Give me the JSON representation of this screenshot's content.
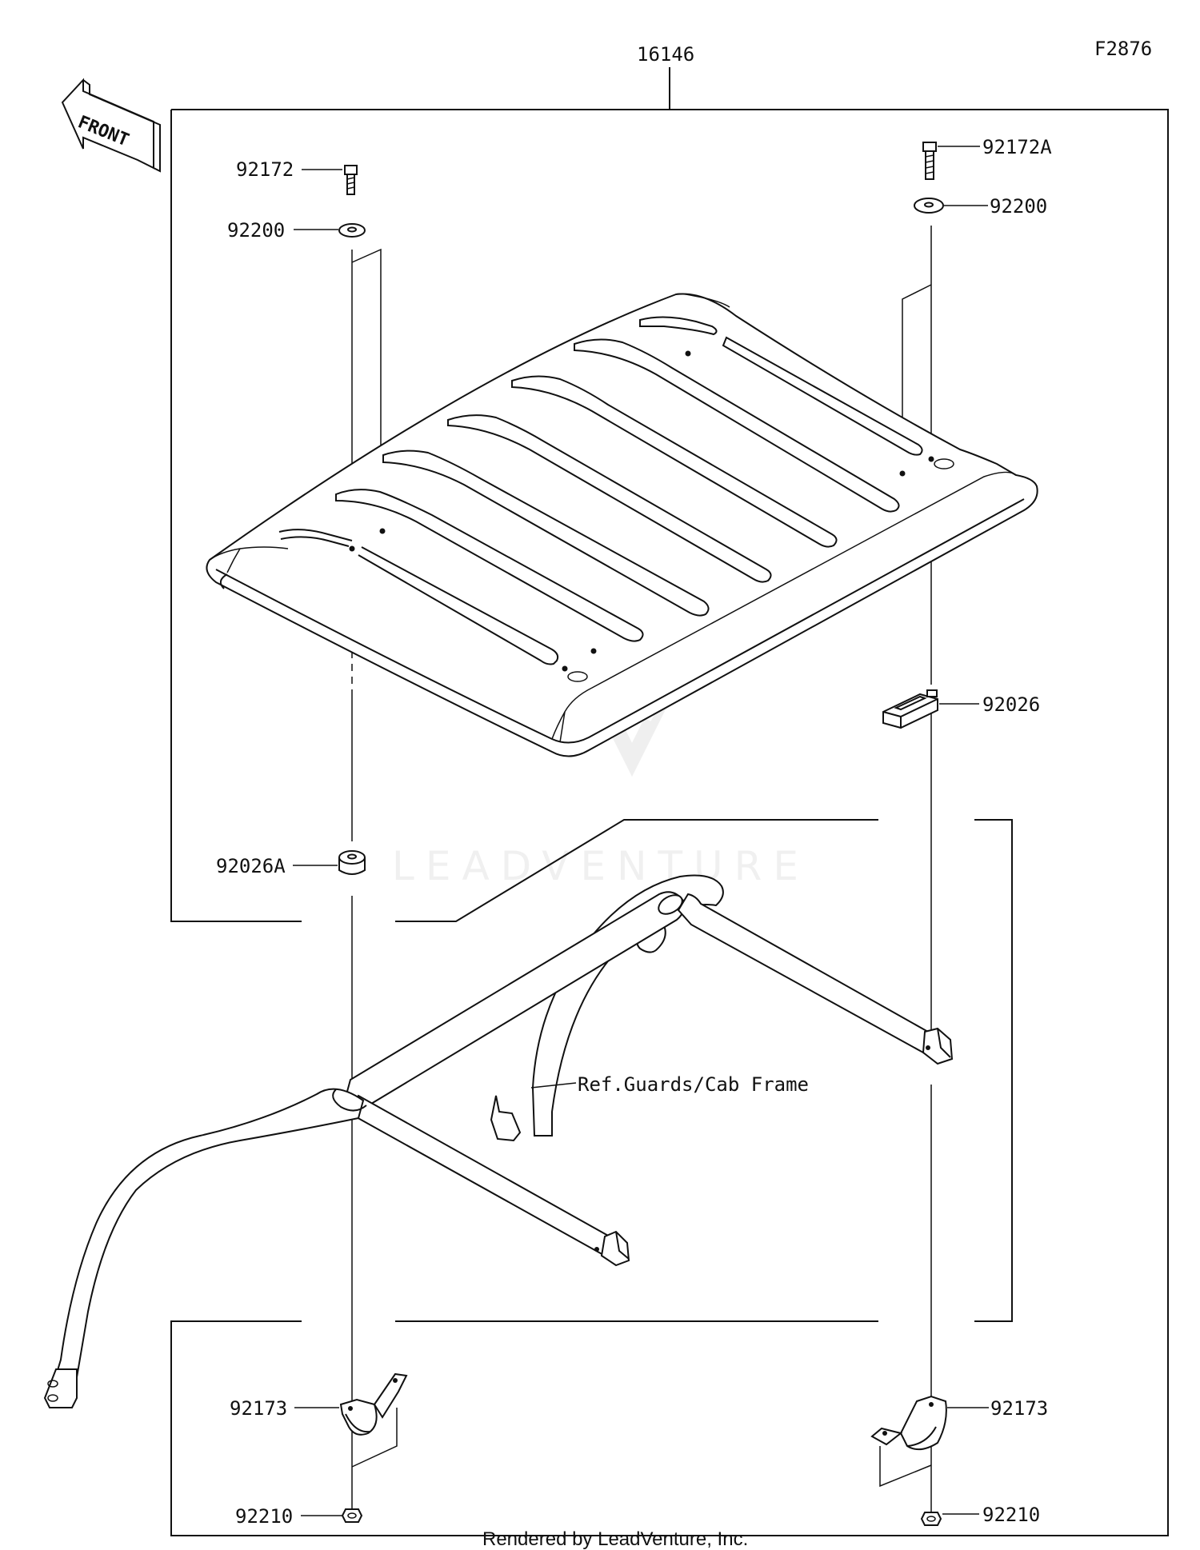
{
  "diagram": {
    "figure_code": "F2876",
    "front_label": "FRONT",
    "assembly_number": "16146",
    "watermark": "LEADVENTURE",
    "footer": "Rendered by LeadVenture, Inc.",
    "reference_label": "Ref.Guards/Cab Frame",
    "callouts": {
      "bolt_left": "92172",
      "bolt_right": "92172A",
      "washer_left": "92200",
      "washer_right": "92200",
      "cushion_right": "92026",
      "collar_left": "92026A",
      "clamp_left": "92173",
      "clamp_right": "92173",
      "nut_left": "92210",
      "nut_right": "92210"
    }
  }
}
